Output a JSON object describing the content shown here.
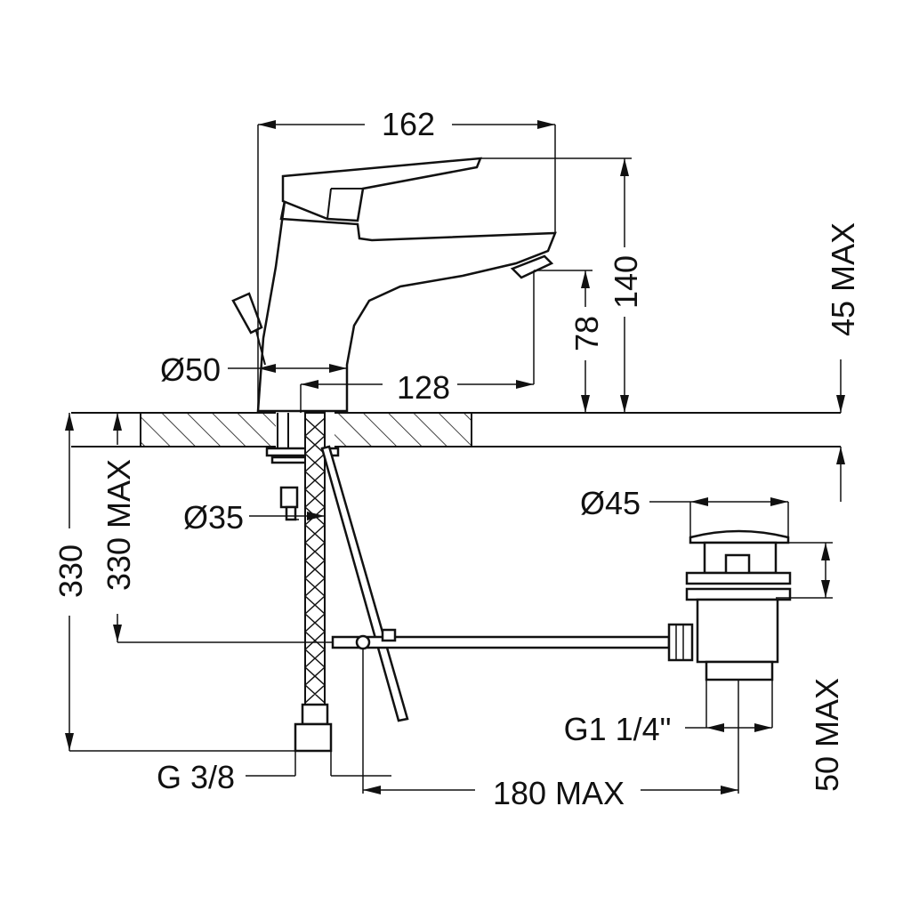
{
  "dimensions": {
    "width_top": "162",
    "height_total": "140",
    "spout_height": "78",
    "clearance_max": "45 MAX",
    "base_diameter": "Ø50",
    "spout_reach": "128",
    "shank_diameter": "Ø35",
    "hose_length_max": "330 MAX",
    "hose_length": "330",
    "waste_diameter": "Ø45",
    "waste_thread": "G1 1/4\"",
    "waste_height_max": "50 MAX",
    "hose_thread": "G 3/8",
    "rod_length_max": "180 MAX"
  }
}
